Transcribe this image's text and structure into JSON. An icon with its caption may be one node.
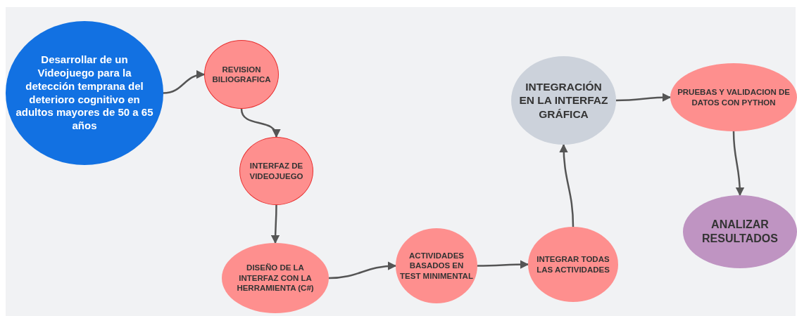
{
  "diagram": {
    "nodes": [
      {
        "text": [
          "Desarrollar  de un Videojuego para la detección temprana del deterioro cognitivo en adultos mayores de 50 a 65 años"
        ]
      },
      {
        "text": [
          "REVISION BILIOGRAFICA"
        ]
      },
      {
        "text": [
          "INTERFAZ DE VIDEOJUEGO"
        ]
      },
      {
        "text": [
          "DISEÑO DE LA INTERFAZ CON LA HERRAMIENTA (C#)"
        ]
      },
      {
        "text": [
          "ACTIVIDADES BASADOS EN TEST MINIMENTAL"
        ]
      },
      {
        "text": [
          "INTEGRAR TODAS LAS ACTIVIDADES"
        ]
      },
      {
        "text": [
          "INTEGRACIÓN EN LA INTERFAZ GRÁFICA"
        ]
      },
      {
        "text": [
          "PRUEBAS Y VALIDACION DE DATOS CON PYTHON"
        ]
      },
      {
        "text": [
          "ANALIZAR RESULTADOS"
        ]
      }
    ],
    "edges": [
      {
        "from": 0,
        "to": 1,
        "arrow": "to"
      },
      {
        "from": 1,
        "to": 2,
        "arrow": "to"
      },
      {
        "from": 2,
        "to": 3,
        "arrow": "to"
      },
      {
        "from": 3,
        "to": 4,
        "arrow": "to"
      },
      {
        "from": 4,
        "to": 5,
        "arrow": "to"
      },
      {
        "from": 5,
        "to": 6,
        "arrow": "to"
      },
      {
        "from": 6,
        "to": 7,
        "arrow": "to"
      },
      {
        "from": 7,
        "to": 8,
        "arrow": "to"
      }
    ]
  }
}
